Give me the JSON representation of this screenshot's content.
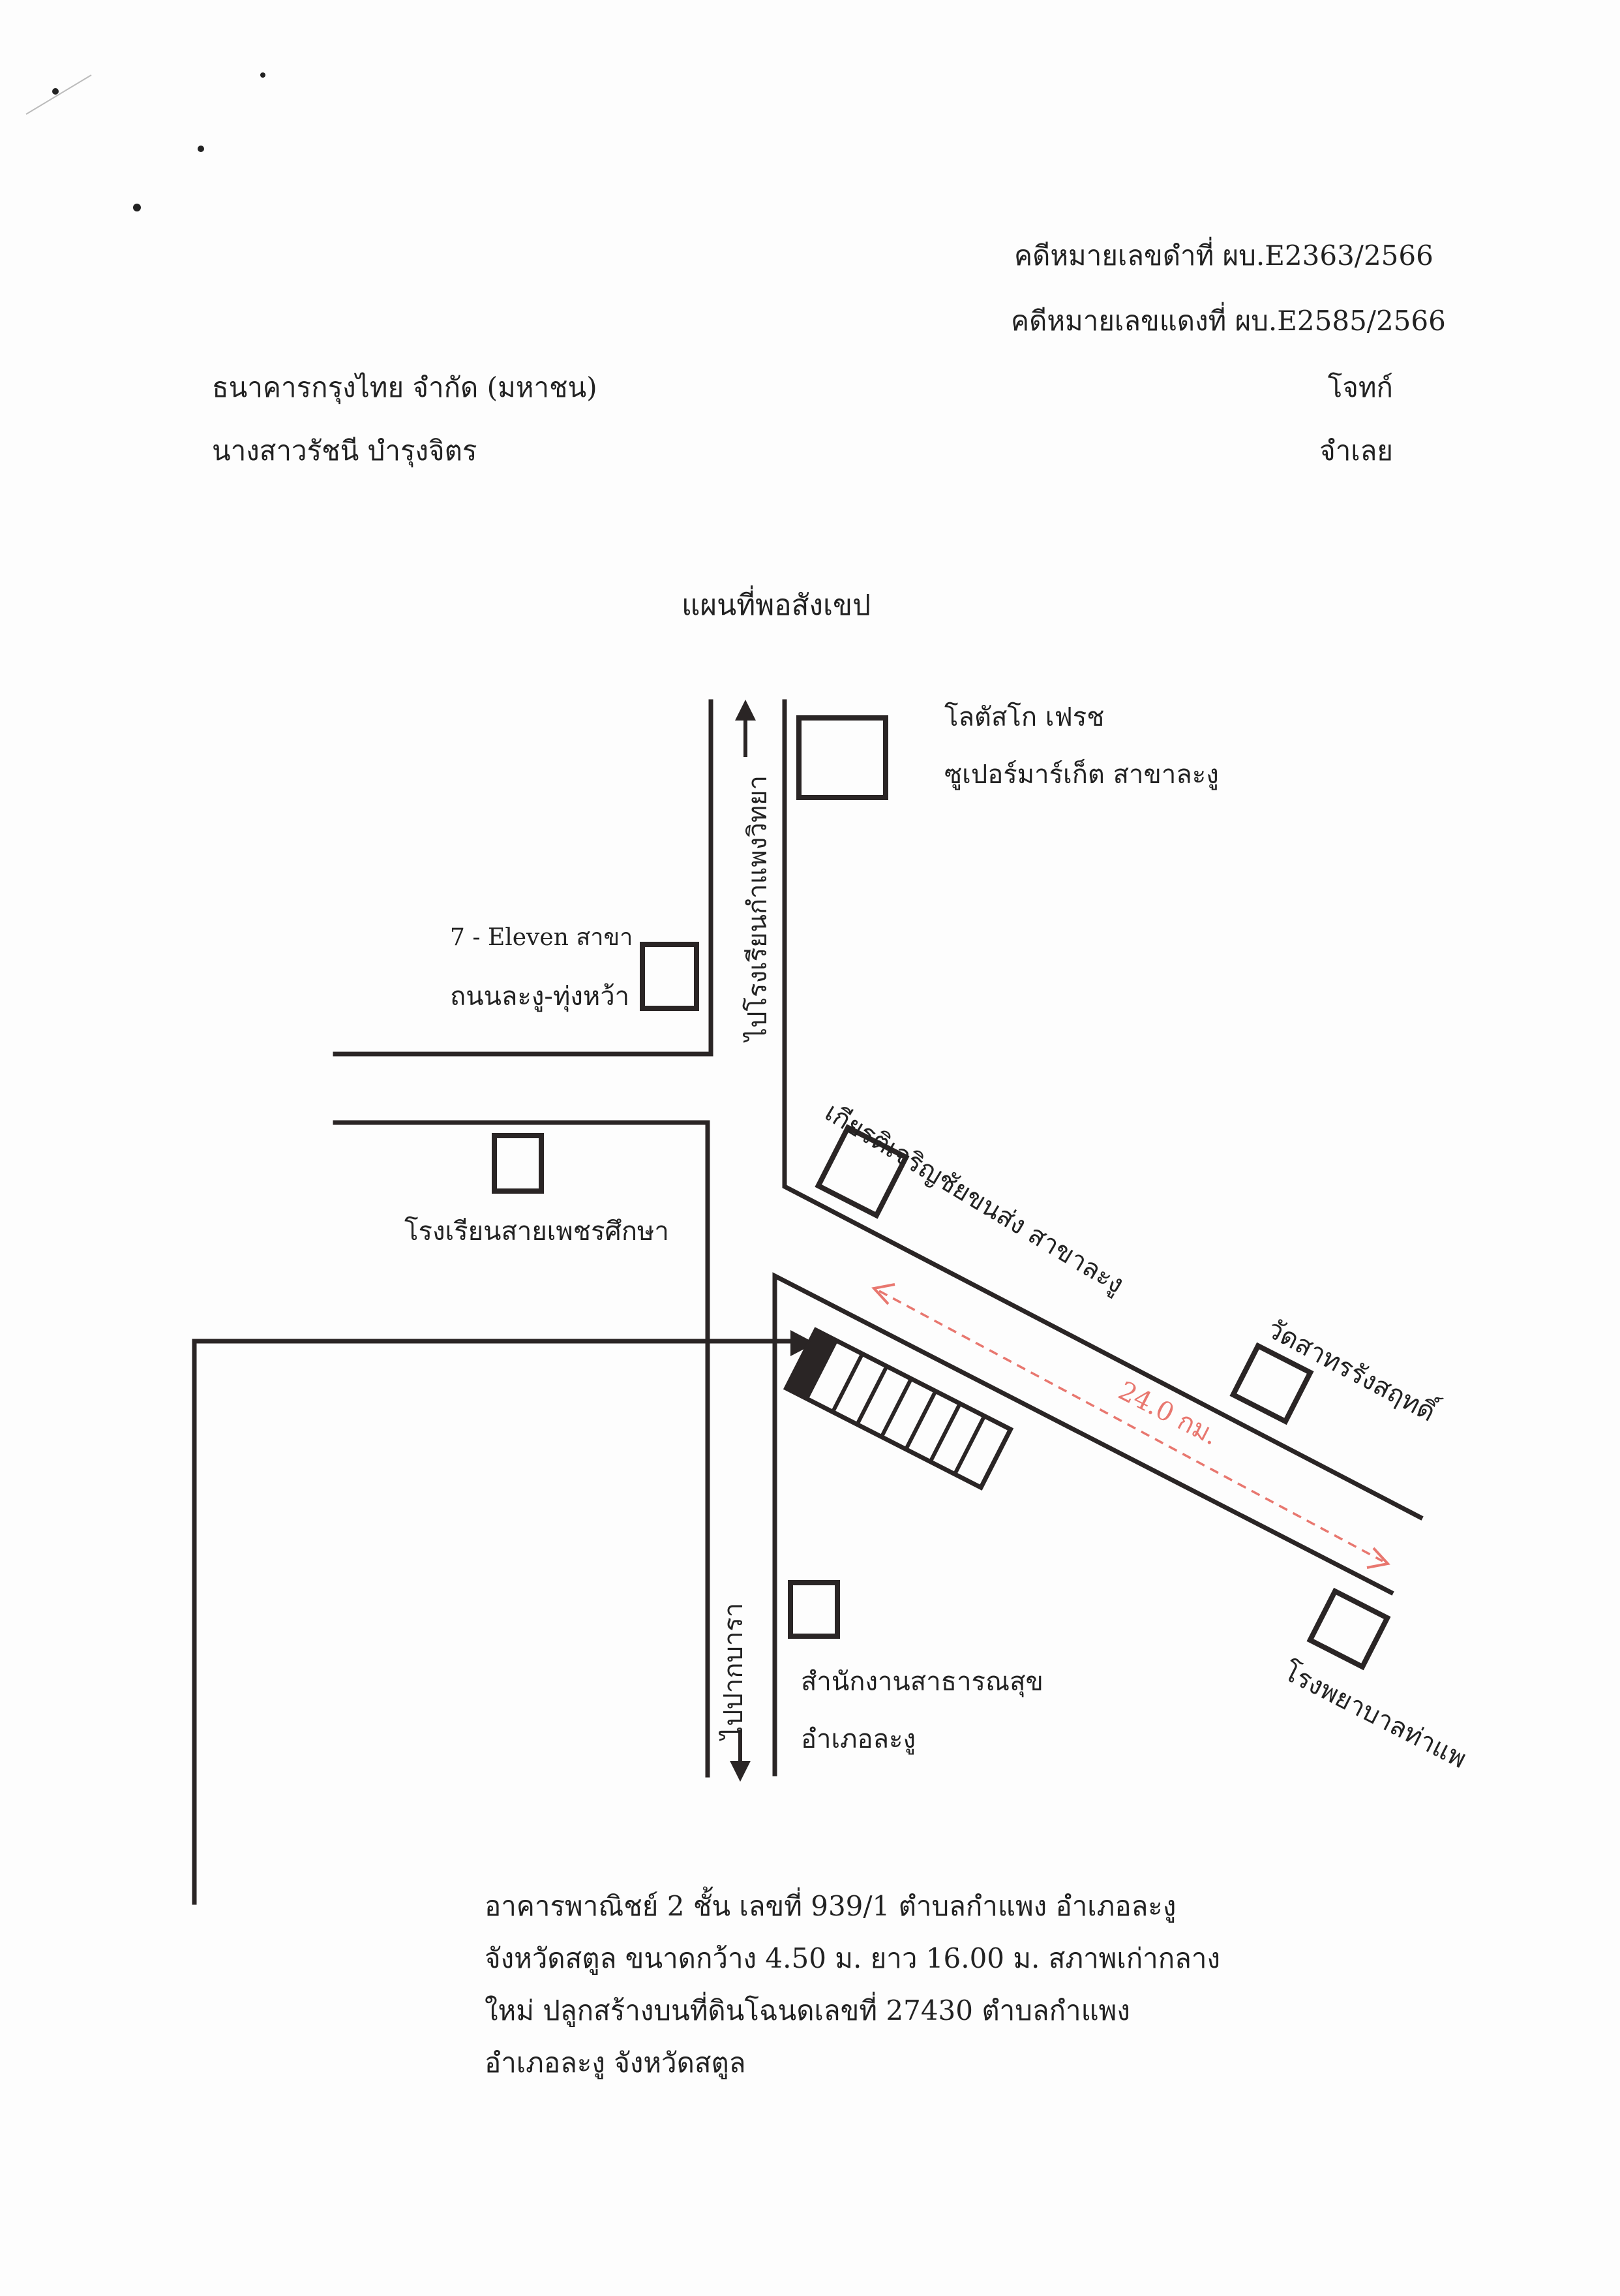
{
  "header": {
    "black_case_no": "คดีหมายเลขดำที่  ผบ.E2363/2566",
    "red_case_no": "คดีหมายเลขแดงที่ ผบ.E2585/2566",
    "plaintiff_name": "ธนาคารกรุงไทย จำกัด (มหาชน)",
    "plaintiff_role": "โจทก์",
    "defendant_name": "นางสาวรัชนี บำรุงจิตร",
    "defendant_role": "จำเลย"
  },
  "map": {
    "title": "แผนที่พอสังเขป",
    "road_north_label": "ไปโรงเรียนกำแพงวิทยา",
    "road_south_label": "ไปปากบารา",
    "distance_label": "24.0  กม.",
    "landmarks": {
      "lotus_line1": "โลตัสโก เฟรช",
      "lotus_line2": "ซูเปอร์มาร์เก็ต สาขาละงู",
      "seven_line1": "7 - Eleven  สาขา",
      "seven_line2": "ถนนละงู-ทุ่งหว้า",
      "school": "โรงเรียนสายเพชรศึกษา",
      "kiat": "เกียรติเจริญชัยขนส่ง สาขาละงู",
      "temple": "วัดสาทรรังสฤทดิ์",
      "health_line1": "สำนักงานสาธารณสุข",
      "health_line2": "อำเภอละงู",
      "hospital": "โรงพยาบาลท่าแพ"
    },
    "colors": {
      "line": "#2a2525",
      "distance": "#e8776f"
    }
  },
  "description": {
    "line1": "อาคารพาณิชย์ 2 ชั้น เลขที่ 939/1  ตำบลกำแพง อำเภอละงู",
    "line2": "จังหวัดสตูล ขนาดกว้าง 4.50 ม. ยาว 16.00 ม. สภาพเก่ากลาง",
    "line3": "ใหม่ ปลูกสร้างบนที่ดินโฉนดเลขที่ 27430 ตำบลกำแพง",
    "line4": "อำเภอละงู จังหวัดสตูล"
  }
}
